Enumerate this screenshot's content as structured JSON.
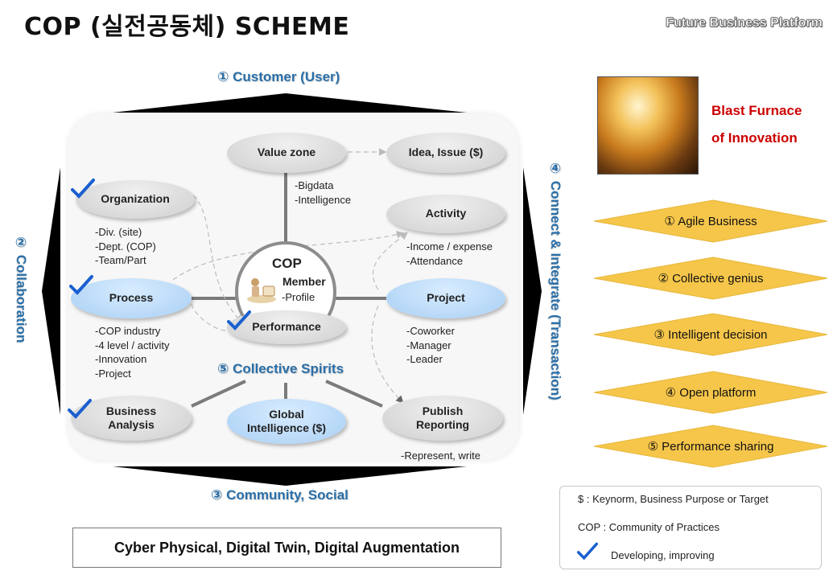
{
  "header": {
    "title": "COP (실전공동체) SCHEME",
    "brand": "Future Business Platform"
  },
  "labels": {
    "top": "① Customer (User)",
    "left": "② Collaboration",
    "bottom": "③ Community, Social",
    "right": "④ Connect & Integrate (Transaction)",
    "center": "⑤ Collective Spirits"
  },
  "nodes": {
    "value_zone": "Value zone",
    "idea_issue": "Idea, Issue ($)",
    "organization": "Organization",
    "activity": "Activity",
    "process": "Process",
    "project": "Project",
    "performance": "Performance",
    "business_analysis": "Business\nAnalysis",
    "global_intelligence": "Global\nIntelligence ($)",
    "publish_reporting": "Publish\nReporting",
    "cop": "COP",
    "member": "Member"
  },
  "notes": {
    "value_zone": "-Bigdata\n-Intelligence",
    "organization": "-Div. (site)\n-Dept. (COP)\n-Team/Part",
    "activity": "-Income / expense\n-Attendance",
    "member": "-Profile",
    "process": "-COP industry\n-4 level / activity\n-Innovation\n-Project",
    "project": "-Coworker\n-Manager\n-Leader",
    "publish": "-Represent, write"
  },
  "right_panel": {
    "furnace_line1": "Blast Furnace",
    "furnace_line2": "of Innovation",
    "items": [
      "① Agile Business",
      "② Collective genius",
      "③ Intelligent decision",
      "④ Open platform",
      "⑤ Performance sharing"
    ]
  },
  "footer": {
    "box_text": "Cyber Physical, Digital Twin, Digital Augmentation"
  },
  "legend": {
    "line1": "$ : Keynorm, Business Purpose or Target",
    "line2": "COP : Community of Practices",
    "line3": "Developing, improving"
  },
  "colors": {
    "accent_blue": "#2a6fa8",
    "check_blue": "#1a5fd0",
    "diamond_fill": "#f6c64a",
    "furnace_red": "#cc0000",
    "bubble_blue": "#a9cff4",
    "bubble_gray": "#cfcfcf"
  }
}
